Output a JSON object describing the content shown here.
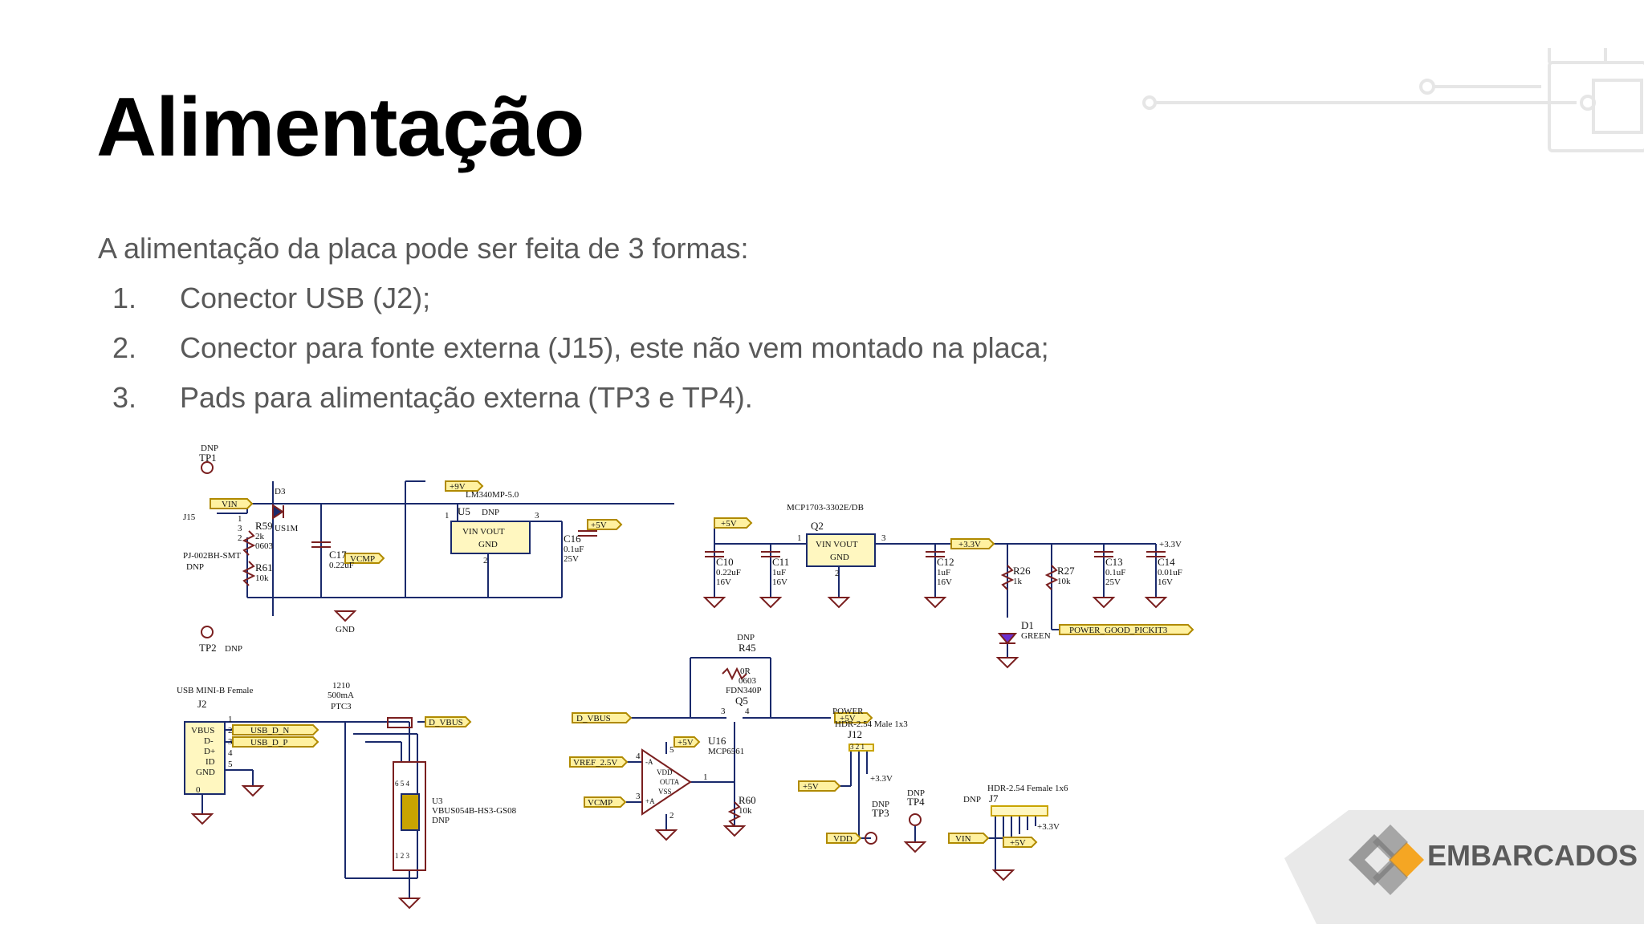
{
  "slide": {
    "title": "Alimentação",
    "intro": "A alimentação da placa pode ser feita de 3 formas:",
    "items": [
      {
        "num": "1.",
        "text": "Conector USB (J2);"
      },
      {
        "num": "2.",
        "text": "Conector para fonte externa (J15), este não vem montado na placa;"
      },
      {
        "num": "3.",
        "text": "Pads para alimentação externa (TP3 e TP4)."
      }
    ]
  },
  "logo": {
    "text": "EMBARCADOS"
  },
  "schematic": {
    "labels": {
      "tp1_dnp": "DNP",
      "tp1": "TP1",
      "tp2": "TP2",
      "tp2_dnp": "DNP",
      "j15": "J15",
      "j15_part": "PJ-002BH-SMT",
      "j15_dnp": "DNP",
      "j15_p1": "1",
      "j15_p3": "3",
      "j15_p2": "2",
      "vin": "VIN",
      "d3": "D3",
      "d3_part": "US1M",
      "r59": "R59",
      "r59_val": "2k",
      "r59_pkg": "0603",
      "r61": "R61",
      "r61_val": "10k",
      "vcmp": "VCMP",
      "c17": "C17",
      "c17_val": "0.22uF",
      "gnd": "GND",
      "p9v": "+9V",
      "u5_part": "LM340MP-5.0",
      "u5": "U5",
      "u5_dnp": "DNP",
      "u5_p1": "1",
      "u5_p3": "3",
      "u5_p2": "2",
      "u5_vin_vout": "VIN  VOUT",
      "u5_gnd": "GND",
      "p5v": "+5V",
      "c16": "C16",
      "c16_val": "0.1uF",
      "c16_v": "25V",
      "q2_part": "MCP1703-3302E/DB",
      "q2": "Q2",
      "q2_vin_vout": "VIN  VOUT",
      "q2_gnd": "GND",
      "q2_p1": "1",
      "q2_p3": "3",
      "q2_p2": "2",
      "p5v_b": "+5V",
      "p33v": "+3.3V",
      "p33v_out": "+3.3V",
      "c10": "C10",
      "c10_val": "0.22uF",
      "c10_v": "16V",
      "c11": "C11",
      "c11_val": "1uF",
      "c11_v": "16V",
      "c12": "C12",
      "c12_val": "1uF",
      "c12_v": "16V",
      "r26": "R26",
      "r26_val": "1k",
      "r27": "R27",
      "r27_val": "10k",
      "c13": "C13",
      "c13_val": "0.1uF",
      "c13_v": "25V",
      "c14": "C14",
      "c14_val": "0.01uF",
      "c14_v": "16V",
      "d1": "D1",
      "d1_val": "GREEN",
      "power_good": "POWER_GOOD_PICKIT3",
      "j2_title": "USB MINI-B Female",
      "j2": "J2",
      "j2_vbus": "VBUS",
      "j2_dm": "D-",
      "j2_dp": "D+",
      "j2_id": "ID",
      "j2_gnd": "GND",
      "j2_p1": "1",
      "j2_p2": "2",
      "j2_p3": "3",
      "j2_p4": "4",
      "j2_p5": "5",
      "j2_p0": "0",
      "usb_dn": "USB_D_N",
      "usb_dp": "USB_D_P",
      "ptc_pkg": "1210",
      "ptc_val": "500mA",
      "ptc": "PTC3",
      "d_vbus": "D_VBUS",
      "u3_pins_top": "6  5  4",
      "u3_pins_bot": "1  2  3",
      "u3": "U3",
      "u3_part": "VBUS054B-HS3-GS08",
      "u3_dnp": "DNP",
      "r45_dnp": "DNP",
      "r45": "R45",
      "r45_val": "0R",
      "r45_pkg": "0603",
      "q5_part": "FDN340P",
      "q5": "Q5",
      "d_vbus_in": "D_VBUS",
      "p5v_c": "+5V",
      "q5_p3": "3",
      "q5_p4": "4",
      "u16": "U16",
      "u16_part": "MCP6561",
      "p5v_d": "+5V",
      "vref": "VREF_2.5V",
      "vcmp_b": "VCMP",
      "u16_p4": "4",
      "u16_p3": "3",
      "u16_p5": "5",
      "u16_p1": "1",
      "u16_p2": "2",
      "u16_ma": "-A",
      "u16_pa": "+A",
      "u16_vdd": "VDD",
      "u16_outa": "OUTA",
      "u16_vss": "VSS",
      "r60": "R60",
      "r60_val": "10k",
      "power": "POWER",
      "j12_part": "HDR-2.54 Male 1x3",
      "j12": "J12",
      "j12_pins": "3  2  1",
      "p5v_e": "+5V",
      "p33v_b": "+3.3V",
      "tp3_dnp": "DNP",
      "tp3": "TP3",
      "vdd": "VDD",
      "tp4_dnp": "DNP",
      "tp4": "TP4",
      "j7_dnp": "DNP",
      "j7": "J7",
      "j7_part": "HDR-2.54 Female 1x6",
      "vin_b": "VIN",
      "p33v_c": "+3.3V",
      "p5v_f": "+5V"
    }
  }
}
